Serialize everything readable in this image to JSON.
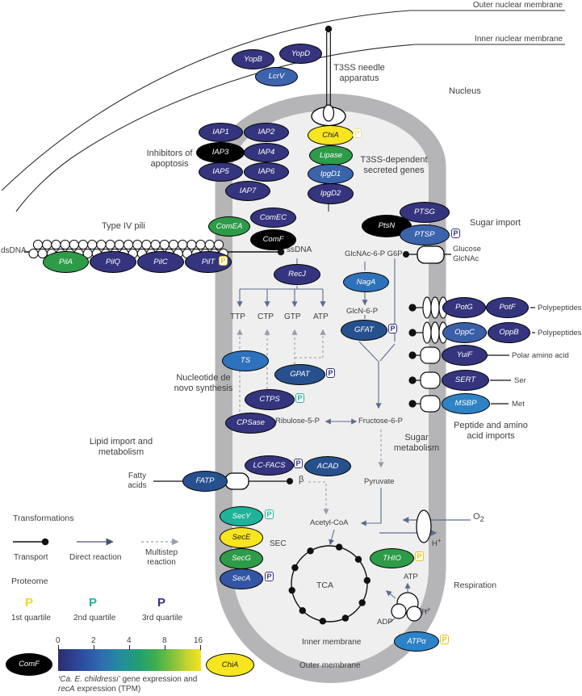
{
  "labels": {
    "outer_nuclear_membrane": "Outer nuclear membrane",
    "inner_nuclear_membrane": "Inner nuclear membrane",
    "t3ss_needle": "T3SS needle\napparatus",
    "nucleus": "Nucleus",
    "inhibitors_of_apoptosis": "Inhibitors of\napoptosis",
    "t3ss_dependent": "T3SS-dependent\nsecreted genes",
    "type_iv_pili": "Type IV pili",
    "dsdna": "dsDNA",
    "ssdna": "ssDNA",
    "sugar_import": "Sugar import",
    "glcnac_6p_g6p": "GlcNAc-6-P G6P",
    "glucose_glcnac": "Glucose\nGlcNAc",
    "glcn_6p": "GlcN-6-P",
    "ttp": "TTP",
    "ctp": "CTP",
    "gtp": "GTP",
    "atp": "ATP",
    "nucleotide_synthesis": "Nucleotide de\nnovo synthesis",
    "ribulose_5p": "Ribulose-5-P",
    "fructose_6p": "Fructose-6-P",
    "sugar_metabolism": "Sugar\nmetabolism",
    "polypeptides_1": "Polypeptides",
    "polypeptides_2": "Polypeptides",
    "polar_amino_acid": "Polar amino acid",
    "ser": "Ser",
    "met": "Met",
    "peptide_imports": "Peptide and amino\nacid imports",
    "lipid_import": "Lipid import and\nmetabolism",
    "fatty_acids": "Fatty\nacids",
    "beta": "β",
    "pyruvate": "Pyruvate",
    "acetyl_coa": "Acetyl-CoA",
    "sec": "SEC",
    "tca": "TCA",
    "o2_base": "O",
    "o2_sub": "2",
    "h_base": "H",
    "h_sup": "+",
    "respiration": "Respiration",
    "atp_synthase_atp": "ATP",
    "adp": "ADP",
    "inner_membrane": "Inner membrane",
    "outer_membrane": "Outer membrane"
  },
  "genes": {
    "yopB": "YopB",
    "yopD": "YopD",
    "lcrV": "LcrV",
    "iap1": "IAP1",
    "iap2": "IAP2",
    "iap3": "IAP3",
    "iap4": "IAP4",
    "iap5": "IAP5",
    "iap6": "IAP6",
    "iap7": "IAP7",
    "chiA": "ChiA",
    "lipase": "Lipase",
    "ipgD1": "IpgD1",
    "ipgD2": "IpgD2",
    "comEA": "ComEA",
    "comEC": "ComEC",
    "comF": "ComF",
    "pilA": "PilA",
    "pilQ": "PilQ",
    "pilC": "PilC",
    "pilT": "PilT",
    "ptsG": "PTSG",
    "ptsN": "PtsN",
    "ptsP": "PTSP",
    "nagA": "NagA",
    "gfat": "GFAT",
    "recJ": "RecJ",
    "ts": "TS",
    "gpat": "GPAT",
    "ctps": "CTPS",
    "cpsase": "CPSase",
    "potG": "PotG",
    "potF": "PotF",
    "oppC": "OppC",
    "oppB": "OppB",
    "yuiF": "YuiF",
    "sert": "SERT",
    "msbp": "MSBP",
    "fatp": "FATP",
    "lcfacs": "LC-FACS",
    "acad": "ACAD",
    "secY": "SecY",
    "secE": "SecE",
    "secG": "SecG",
    "secA": "SecA",
    "thio": "THIO",
    "atpA": "ATPα",
    "comF_legend": "ComF",
    "chiA_legend": "ChiA"
  },
  "legend": {
    "transformations": "Transformations",
    "transport": "Transport",
    "direct_reaction": "Direct reaction",
    "multistep_reaction": "Multistep\nreaction",
    "proteome": "Proteome",
    "p": "P",
    "q1": "1st quartile",
    "q2": "2nd quartile",
    "q3": "3rd quartile"
  },
  "scale": {
    "ticks": [
      "0",
      "2",
      "4",
      "8",
      "16"
    ],
    "caption_taxon": "‘Ca. E. childressi’",
    "caption_rest": " gene expression and",
    "caption2_gene": "recA",
    "caption2_rest": " expression (TPM)"
  },
  "colors": {
    "quartile1_yellow": "#f0d91e",
    "quartile2_teal": "#1fb39b",
    "quartile3_navy": "#34357e",
    "gene_navy": "#34357e",
    "gene_blue": "#3c64ad",
    "gene_green": "#2d9b48",
    "gene_yellow": "#f6e51f",
    "membrane_gray": "#b5b5b7",
    "cytoplasm_gray": "#efefef"
  }
}
